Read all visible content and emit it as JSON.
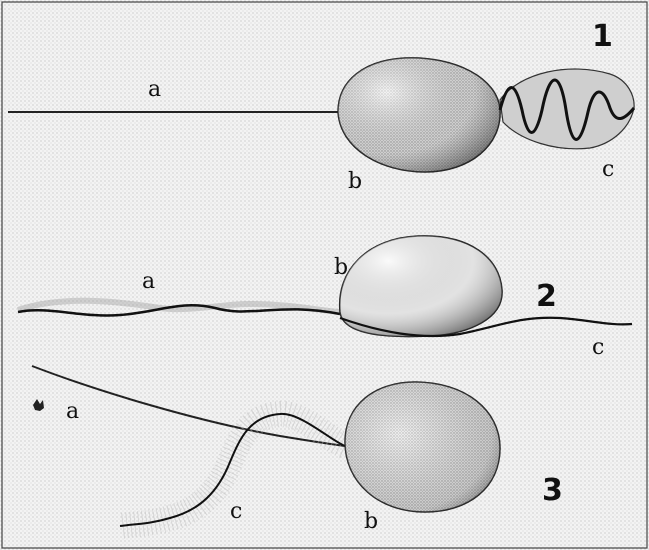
{
  "figure": {
    "panels": [
      {
        "number": "1",
        "labels": {
          "a": "a",
          "b": "b",
          "c": "c"
        }
      },
      {
        "number": "2",
        "labels": {
          "a": "a",
          "b": "b",
          "c": "c"
        }
      },
      {
        "number": "3",
        "labels": {
          "a": "a",
          "b": "b",
          "c": "c"
        }
      }
    ]
  }
}
